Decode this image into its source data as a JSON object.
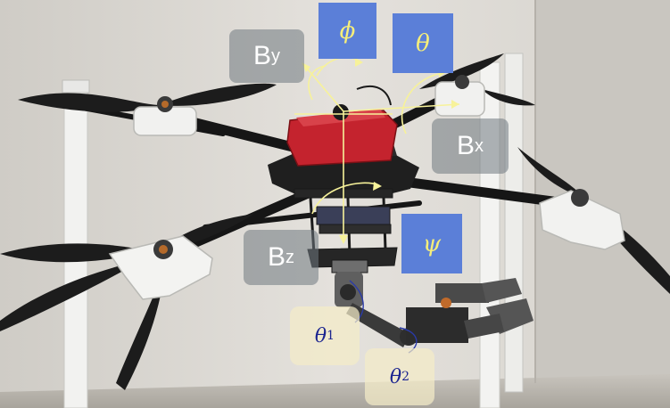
{
  "scene": {
    "subject": "hexarotor drone with robotic arm",
    "colors": {
      "wall": "#dedbd5",
      "frame": "#1b1b1b",
      "battery_box": "#c4232e",
      "motor_housing": "#f1f1ef",
      "axis_lines": "#f7f29a",
      "angle_box": "#5b7fd8",
      "frame_box": "#707880"
    }
  },
  "labels": {
    "by": {
      "main": "B",
      "sub": "y"
    },
    "bx": {
      "main": "B",
      "sub": "x"
    },
    "bz": {
      "main": "B",
      "sub": "z"
    },
    "phi": "ϕ",
    "theta": "θ",
    "psi": "ψ",
    "theta1": {
      "main": "θ",
      "sub": "1"
    },
    "theta2": {
      "main": "θ",
      "sub": "2"
    }
  }
}
